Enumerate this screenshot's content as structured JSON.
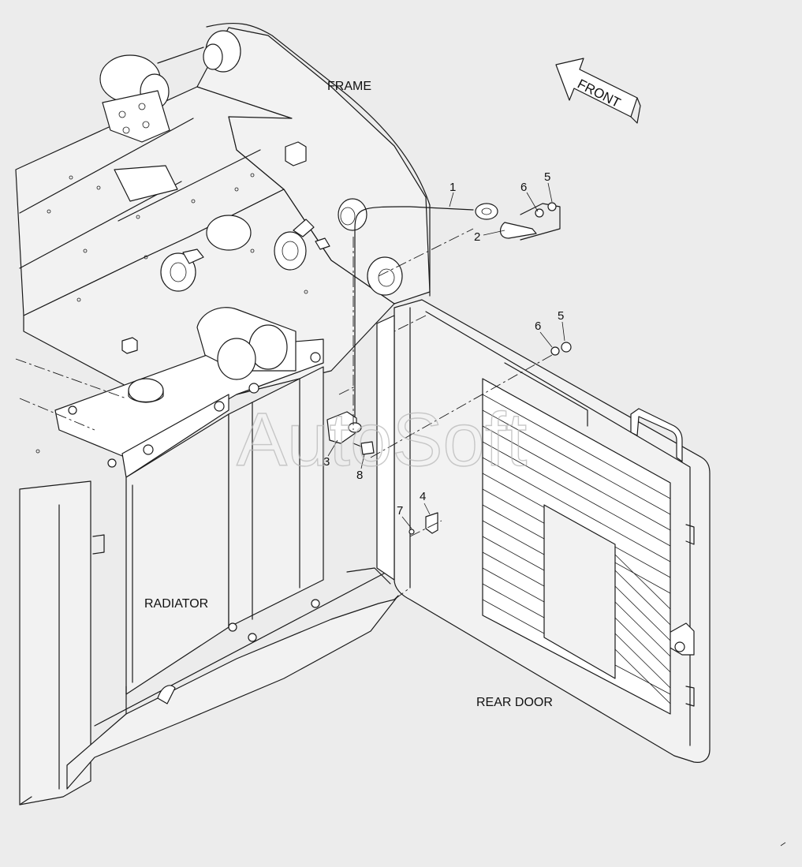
{
  "labels": {
    "frame": "FRAME",
    "radiator": "RADIATOR",
    "rear_door": "REAR DOOR",
    "front": "FRONT"
  },
  "watermark": "AutoSoft",
  "callouts": [
    {
      "id": "1",
      "part": "1"
    },
    {
      "id": "2",
      "part": "2"
    },
    {
      "id": "3",
      "part": "3"
    },
    {
      "id": "4",
      "part": "4"
    },
    {
      "id": "5a",
      "part": "5"
    },
    {
      "id": "5b",
      "part": "5"
    },
    {
      "id": "6a",
      "part": "6"
    },
    {
      "id": "6b",
      "part": "6"
    },
    {
      "id": "7",
      "part": "7"
    },
    {
      "id": "8",
      "part": "8"
    }
  ],
  "colors": {
    "background": "#ececec",
    "line": "#1a1a1a",
    "watermark": "#b8b8b8"
  }
}
